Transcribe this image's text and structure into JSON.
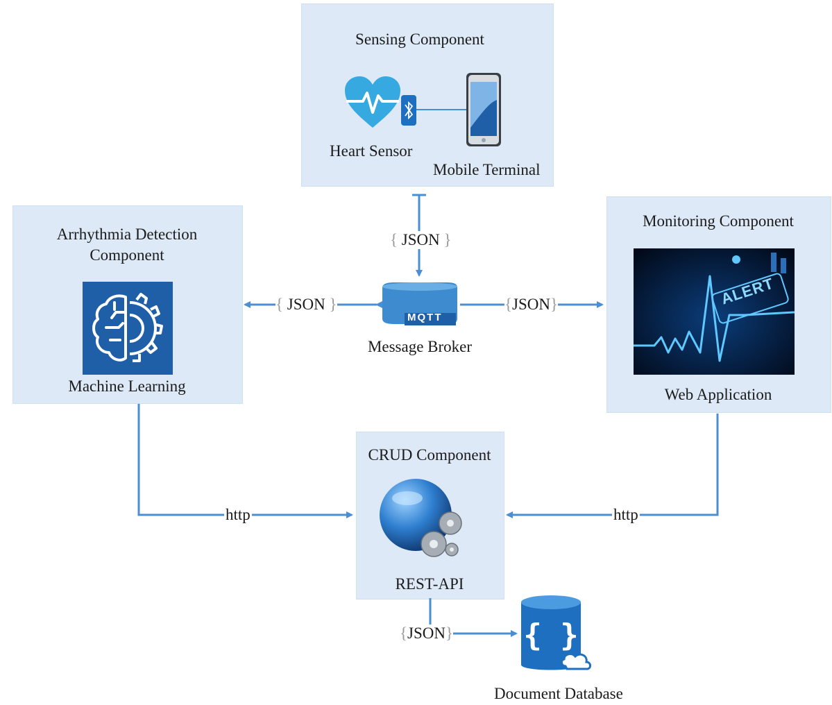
{
  "sensing": {
    "title": "Sensing Component",
    "heart_label": "Heart Sensor",
    "mobile_label": "Mobile Terminal"
  },
  "arrhythmia": {
    "title_line1": "Arrhythmia Detection",
    "title_line2": "Component",
    "sub_label": "Machine Learning"
  },
  "broker": {
    "label": "Message Broker",
    "badge": "MQTT"
  },
  "monitoring": {
    "title": "Monitoring Component",
    "sub_label": "Web Application",
    "screen_text": "ALERT"
  },
  "crud": {
    "title": "CRUD Component",
    "sub_label": "REST-API"
  },
  "database": {
    "label": "Document Database"
  },
  "connections": {
    "sensing_to_broker": "JSON",
    "broker_to_arrhythmia": "JSON",
    "broker_to_monitoring": "JSON",
    "arrhythmia_to_crud": "http",
    "monitoring_to_crud": "http",
    "crud_to_database": "JSON"
  },
  "colors": {
    "box_fill": "#dde9f6",
    "arrow": "#4a8fd4",
    "icon_blue": "#1f5fa8"
  }
}
